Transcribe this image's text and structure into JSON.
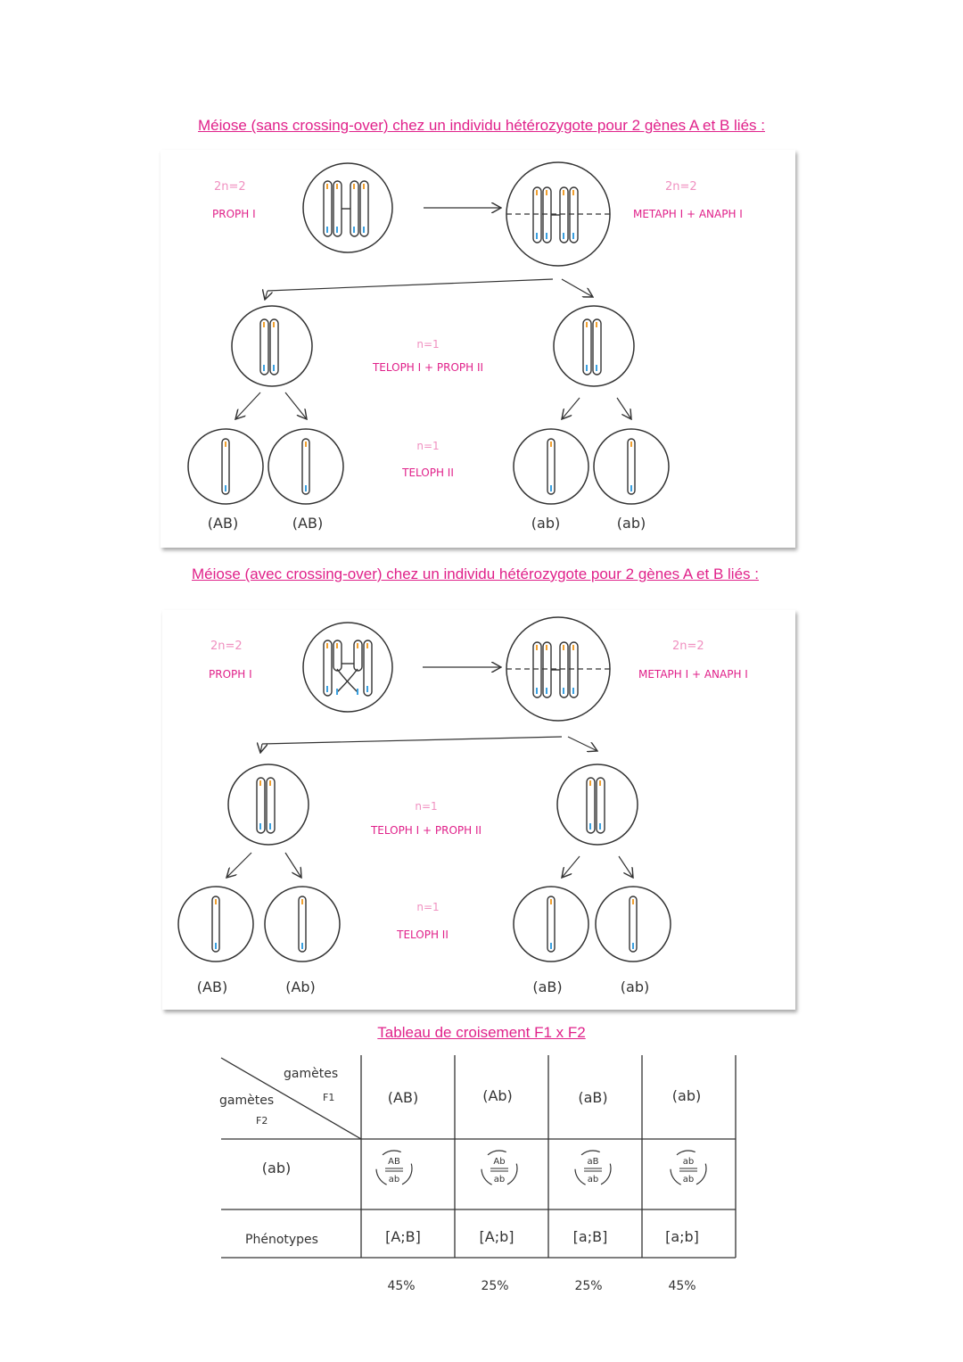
{
  "titles": {
    "without_co": "Méiose (sans crossing-over) chez un individu hétérozygote pour 2 gènes A et B liés :",
    "with_co": "Méiose (avec crossing-over) chez un individu hétérozygote pour 2 gènes A et B liés :",
    "table": "Tableau de croisement F1 x F2"
  },
  "stages": {
    "ploidy_2n": "2n=2",
    "proph1": "PROPH I",
    "meta_ana": "METAPH I + ANAPH I",
    "ploidy_n": "n=1",
    "telo1_proph2": "TELOPH I + PROPH II",
    "telo2": "TELOPH II"
  },
  "gametes_without": [
    "(AB)",
    "(AB)",
    "(ab)",
    "(ab)"
  ],
  "gametes_with": [
    "(AB)",
    "(Ab)",
    "(aB)",
    "(ab)"
  ],
  "table": {
    "corner_top": "gamètes",
    "corner_top_sub": "F1",
    "corner_left": "gamètes",
    "corner_left_sub": "F2",
    "f1_gametes": [
      "(AB)",
      "(Ab)",
      "(aB)",
      "(ab)"
    ],
    "f2_gamete": "(ab)",
    "genotypes_top": [
      "AB",
      "Ab",
      "aB",
      "ab"
    ],
    "genotypes_bottom": [
      "ab",
      "ab",
      "ab",
      "ab"
    ],
    "phenotypes_label": "Phénotypes",
    "phenotypes": [
      "[A;B]",
      "[A;b]",
      "[a;B]",
      "[a;b]"
    ],
    "percentages": [
      "45%",
      "25%",
      "25%",
      "45%"
    ]
  },
  "colors": {
    "title": "#e0218a",
    "allele_A": "#f0a030",
    "allele_B": "#3aa0e0"
  }
}
